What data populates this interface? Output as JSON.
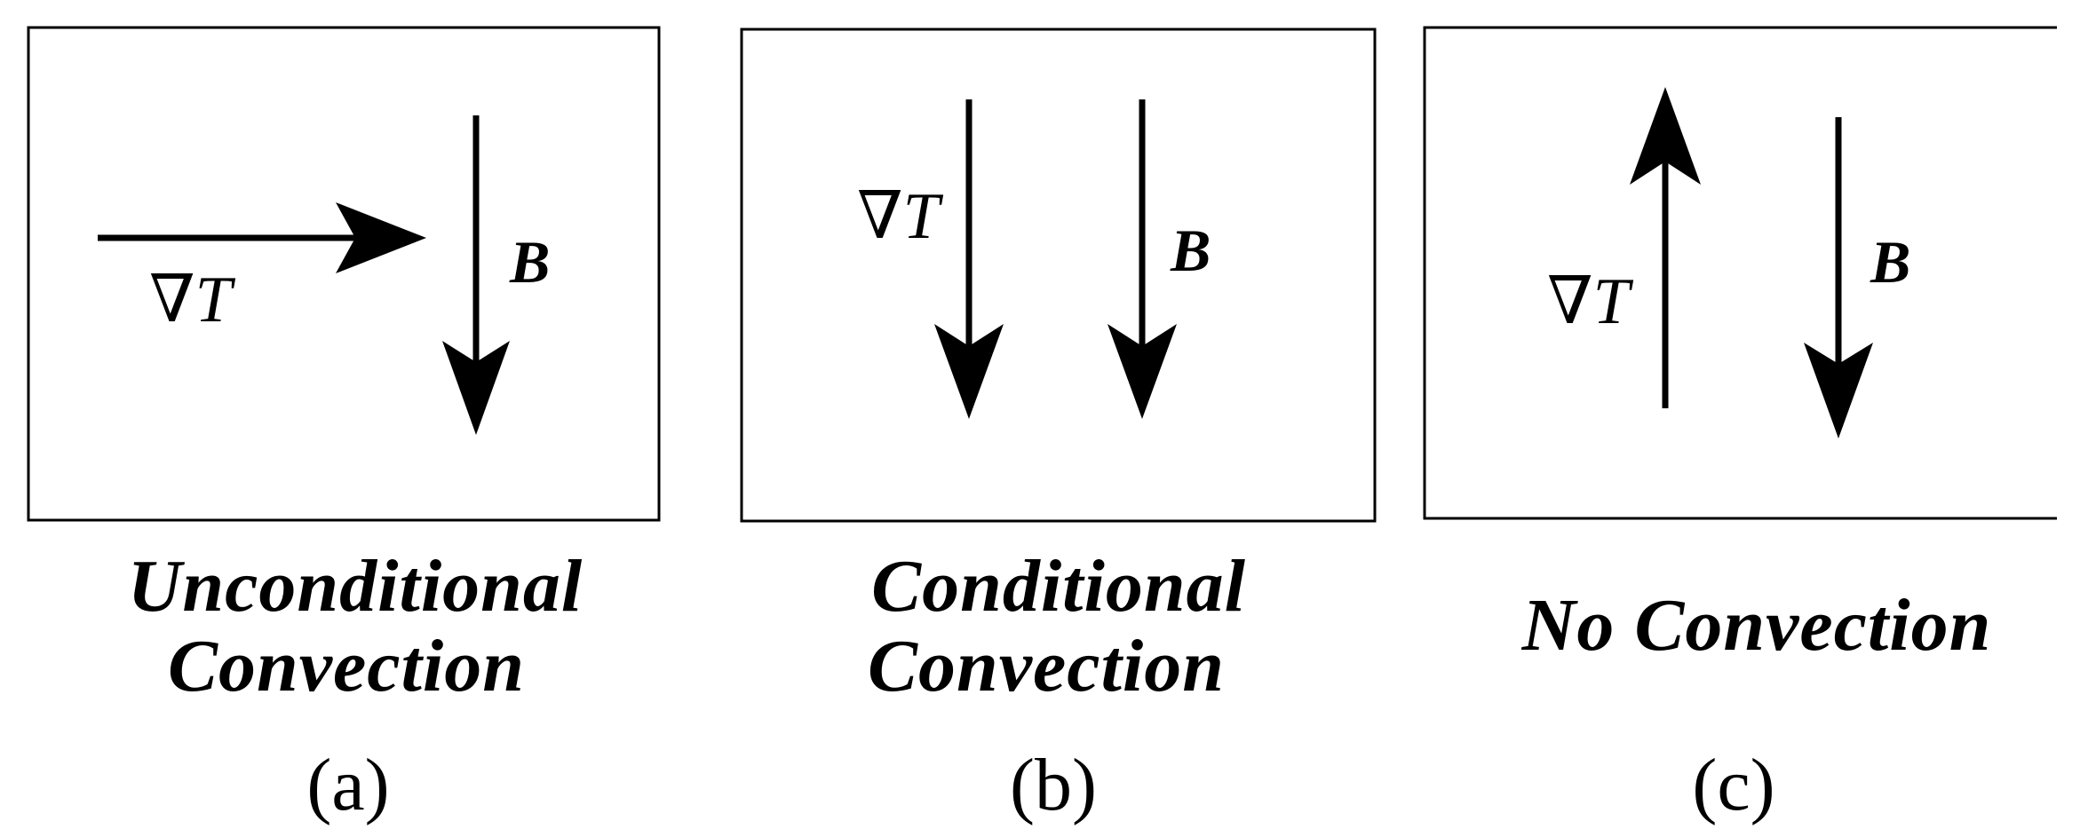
{
  "panels": [
    {
      "label": "(a)",
      "title_lines": [
        "Unconditional",
        "Convection"
      ],
      "grad_label": "∇T",
      "b_label": "B"
    },
    {
      "label": "(b)",
      "title_lines": [
        "Conditional",
        "Convection"
      ],
      "grad_label": "∇T",
      "b_label": "B"
    },
    {
      "label": "(c)",
      "title_lines": [
        "No Convection"
      ],
      "grad_label": "∇T",
      "b_label": "B"
    }
  ],
  "colors": {
    "ink": "#000000",
    "background": "#ffffff"
  }
}
